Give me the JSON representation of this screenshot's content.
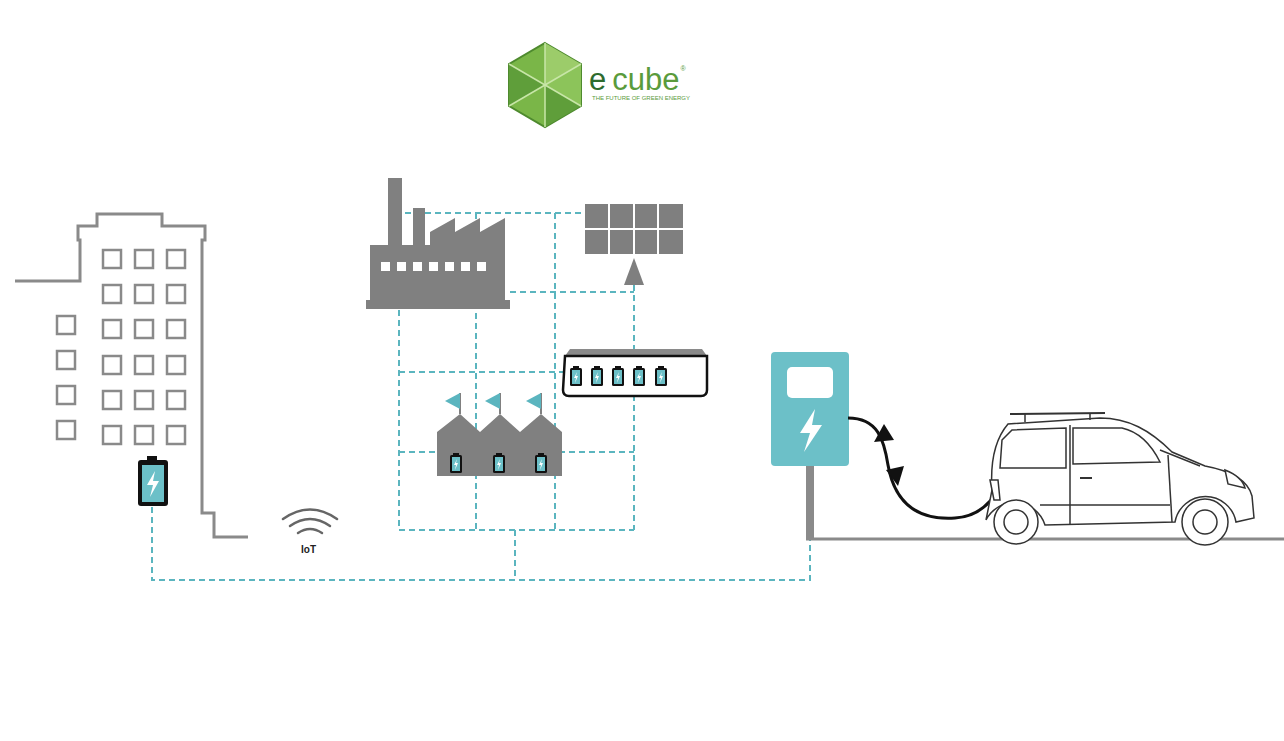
{
  "diagram": {
    "labels": [
      "e",
      "cube",
      "®",
      "THE FUTURE OF GREEN ENERGY",
      "IoT"
    ]
  }
}
